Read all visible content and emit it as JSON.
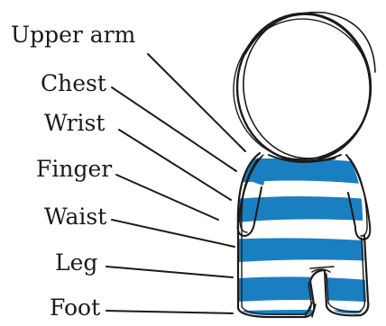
{
  "colors": {
    "stripe": "#1a7fc1",
    "ink": "#1a1a1a",
    "background": "#ffffff"
  },
  "labels": [
    {
      "key": "upper-arm",
      "text": "Upper arm"
    },
    {
      "key": "chest",
      "text": "Chest"
    },
    {
      "key": "wrist",
      "text": "Wrist"
    },
    {
      "key": "finger",
      "text": "Finger"
    },
    {
      "key": "waist",
      "text": "Waist"
    },
    {
      "key": "leg",
      "text": "Leg"
    },
    {
      "key": "foot",
      "text": "Foot"
    }
  ]
}
